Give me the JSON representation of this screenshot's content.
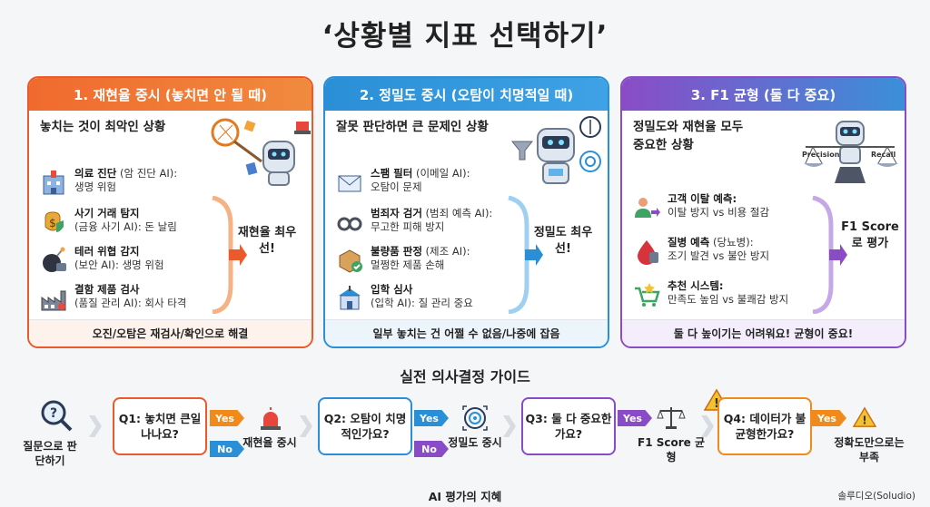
{
  "title": "‘상황별 지표 선택하기’",
  "colors": {
    "recall": "#ea5a2a",
    "precision": "#2a8fd6",
    "f1": "#8a4cc6",
    "yes": "#f08a1c",
    "no": "#8a4cc6",
    "yes_blue": "#2a8fd6"
  },
  "cards": [
    {
      "header": "1. 재현율 중시 (놓치면 안 될 때)",
      "subtitle": "놓치는 것이 최악인 상황",
      "items": [
        {
          "icon": "hospital-icon",
          "title": "의료 진단",
          "detail_line1": " (암 진단 AI):",
          "detail_line2": "생명 위험"
        },
        {
          "icon": "money-shield-icon",
          "title": "사기 거래 탐지",
          "detail_line1": "",
          "detail_line2": "(금융 사기 AI): 돈 날림"
        },
        {
          "icon": "bomb-icon",
          "title": "테러 위협 감지",
          "detail_line1": "",
          "detail_line2": "(보안 AI): 생명 위험"
        },
        {
          "icon": "factory-icon",
          "title": "결함 제품 검사",
          "detail_line1": "",
          "detail_line2": "(품질 관리 AI): 회사 타격"
        }
      ],
      "verdict": "재현율 최우선!",
      "footer": "오진/오탐은 재검사/확인으로 해결"
    },
    {
      "header": "2. 정밀도 중시 (오탐이 치명적일 때)",
      "subtitle": "잘못 판단하면 큰 문제인 상황",
      "items": [
        {
          "icon": "mail-icon",
          "title": "스팸 필터",
          "detail_line1": " (이메일 AI):",
          "detail_line2": "오탐이 문제"
        },
        {
          "icon": "handcuffs-icon",
          "title": "범죄자 검거",
          "detail_line1": " (범죄 예측 AI):",
          "detail_line2": "무고한 피해 방지"
        },
        {
          "icon": "box-check-icon",
          "title": "불량품 판정",
          "detail_line1": " (제조 AI):",
          "detail_line2": "멀쩡한 제품 손해"
        },
        {
          "icon": "school-icon",
          "title": "입학 심사",
          "detail_line1": "",
          "detail_line2": "(입학 AI): 질 관리 중요"
        }
      ],
      "verdict": "정밀도 최우선!",
      "footer": "일부 놓치는 건 어쩔 수 없음/나중에 잡음"
    },
    {
      "header": "3. F1 균형 (둘 다 중요)",
      "subtitle_line1": "정밀도와 재현율 모두",
      "subtitle_line2": "중요한 상황",
      "scale_left": "Precision",
      "scale_right": "Recall",
      "items": [
        {
          "icon": "user-leave-icon",
          "title": "고객 이탈 예측:",
          "detail_line1": "",
          "detail_line2": "이탈 방지 vs 비용 절감"
        },
        {
          "icon": "blood-drop-icon",
          "title": "질병 예측",
          "detail_line1": " (당뇨병):",
          "detail_line2": "조기 발견 vs 불안 방지"
        },
        {
          "icon": "cart-star-icon",
          "title": "추천 시스템:",
          "detail_line1": "",
          "detail_line2": "만족도 높임 vs 불쾌감 방지"
        }
      ],
      "verdict": "F1 Score로 평가",
      "footer": "둘 다 높이기는 어려워요! 균형이 중요!"
    }
  ],
  "guide": {
    "title": "실전 의사결정 가이드",
    "start_label": "질문으로 판단하기",
    "questions": [
      "Q1: 놓치면 큰일나나요?",
      "Q2: 오탐이 치명적인가요?",
      "Q3: 둘 다 중요한가요?",
      "Q4: 데이터가 불균형한가요?"
    ],
    "yes": "Yes",
    "no": "No",
    "results": [
      "재현율 중시",
      "정밀도 중시",
      "F1 Score 균형",
      "정확도만으로는 부족"
    ]
  },
  "footer": "AI 평가의 지혜",
  "credit": "솔루디오(Soludio)"
}
